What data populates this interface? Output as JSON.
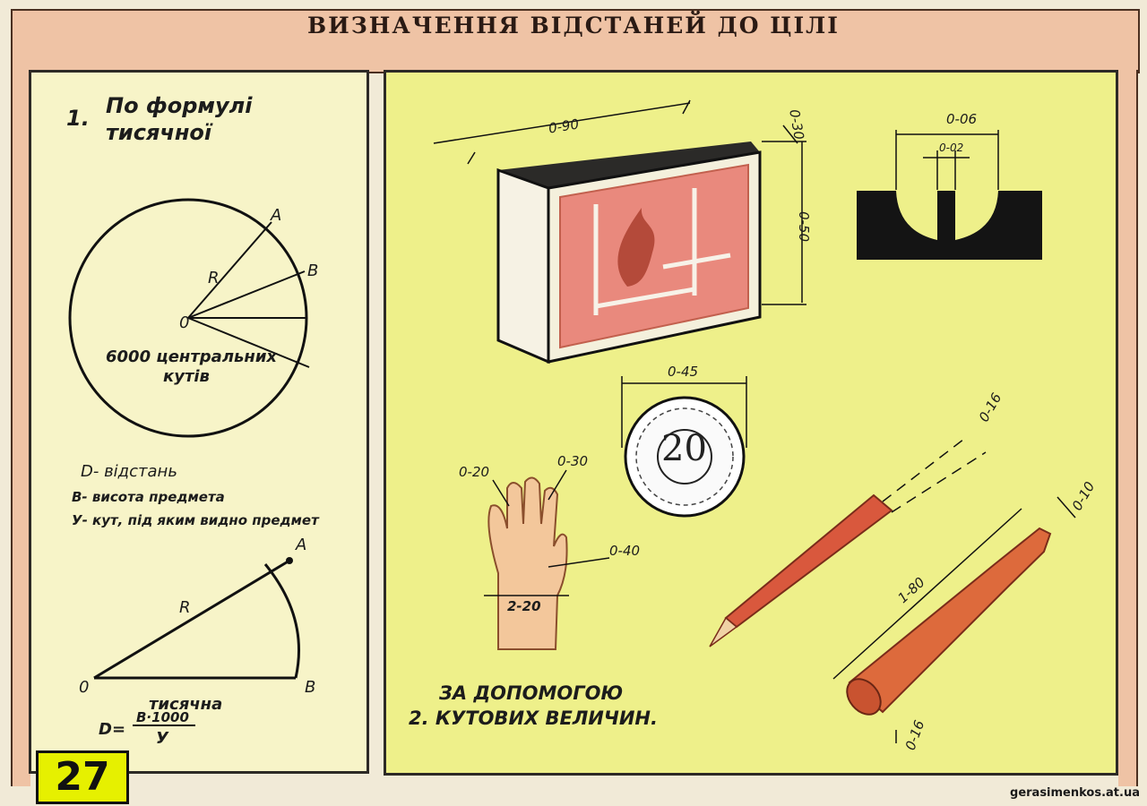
{
  "page_title": "ВИЗНАЧЕННЯ ВІДСТАНЕЙ  ДО ЦІЛІ",
  "page_number": "27",
  "left": {
    "heading_num": "1.",
    "heading_line1": "По формулі",
    "heading_line2": "тисячної",
    "circle_point_a": "A",
    "circle_point_b": "B",
    "circle_radius": "R",
    "circle_center": "0",
    "circle_caption_line1": "6000 центральних",
    "circle_caption_line2": "кутів",
    "legend_d": "D- відстань",
    "legend_b": "В- висота предмета",
    "legend_y": "У- кут, під яким видно предмет",
    "sector_a": "A",
    "sector_b": "B",
    "sector_r": "R",
    "sector_o": "0",
    "formula_label": "тисячна",
    "formula_lhs": "D=",
    "formula_numerator": "B·1000",
    "formula_denominator": "У"
  },
  "right": {
    "box_width": "0-90",
    "box_depth": "0-30",
    "box_height": "0-50",
    "sight_outer": "0-06",
    "sight_inner": "0-02",
    "coin_width": "0-45",
    "coin_value": "20",
    "finger_a": "0-20",
    "finger_b": "0-30",
    "knuckle": "0-40",
    "wrist": "2-20",
    "pencil_width": "0-16",
    "cartridge_tip": "0-10",
    "cartridge_length": "1-80",
    "cartridge_base": "0-16",
    "caption_line1": "ЗА ДОПОМОГОЮ",
    "caption_line2": "2. КУТОВИХ ВЕЛИЧИН."
  },
  "credit": "gerasimenkos.at.ua",
  "colors": {
    "title_band": "#efc3a5",
    "left_panel": "#f7f4c8",
    "right_panel": "#eef08a",
    "page_number_bg": "#e6f000",
    "matchbox_label": "#e9897d",
    "pencil": "#d9583d",
    "sight_black": "#141414"
  }
}
